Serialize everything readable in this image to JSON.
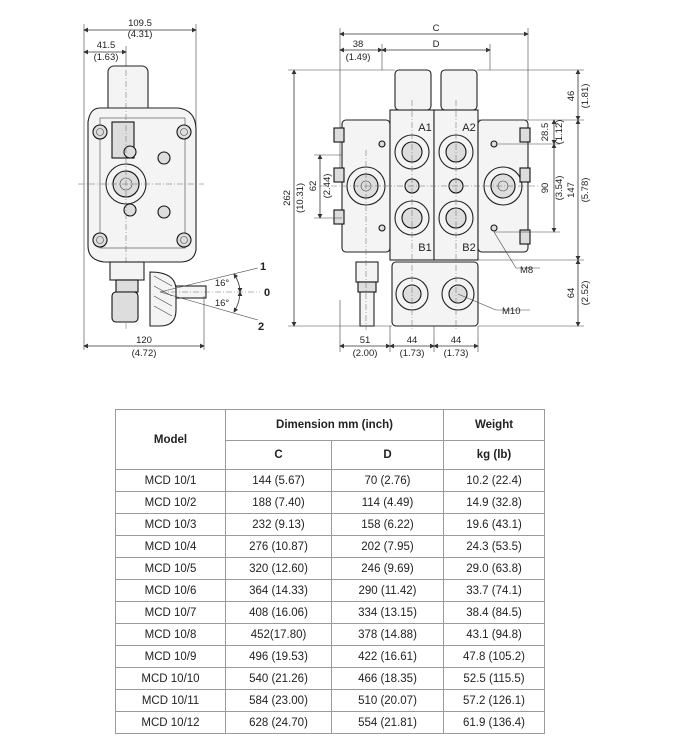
{
  "side_view": {
    "top_dims": [
      "109.5",
      "(4.31)",
      "41.5",
      "(1.63)"
    ],
    "bottom_dims": [
      "120",
      "(4.72)"
    ],
    "angle_labels": [
      "16°",
      "16°"
    ],
    "positions": [
      "1",
      "0",
      "2"
    ]
  },
  "front_view": {
    "port_labels": [
      "A1",
      "A2",
      "B1",
      "B2"
    ],
    "top_dims": [
      "C",
      "38",
      "(1.49)",
      "D"
    ],
    "left_dims": [
      "262",
      "(10.31)",
      "62",
      "(2.44)"
    ],
    "right_dims": [
      "46",
      "(1.81)",
      "28.5",
      "(1.12)",
      "90",
      "(3.54)",
      "147",
      "(5.78)",
      "64",
      "(2.52)"
    ],
    "bottom_dims": [
      "51",
      "(2.00)",
      "44",
      "(1.73)",
      "44",
      "(1.73)"
    ],
    "callouts": [
      "M8",
      "M10"
    ]
  },
  "table": {
    "header_model": "Model",
    "header_dimension": "Dimension mm (inch)",
    "header_weight": "Weight",
    "header_c": "C",
    "header_d": "D",
    "header_weight_unit": "kg (lb)",
    "rows": [
      {
        "model": "MCD 10/1",
        "c": "144 (5.67)",
        "d": "70 (2.76)",
        "w": "10.2 (22.4)"
      },
      {
        "model": "MCD 10/2",
        "c": "188 (7.40)",
        "d": "114 (4.49)",
        "w": "14.9 (32.8)"
      },
      {
        "model": "MCD 10/3",
        "c": "232 (9.13)",
        "d": "158 (6.22)",
        "w": "19.6 (43.1)"
      },
      {
        "model": "MCD 10/4",
        "c": "276 (10.87)",
        "d": "202 (7.95)",
        "w": "24.3 (53.5)"
      },
      {
        "model": "MCD 10/5",
        "c": "320 (12.60)",
        "d": "246 (9.69)",
        "w": "29.0 (63.8)"
      },
      {
        "model": "MCD 10/6",
        "c": "364  (14.33)",
        "d": "290 (11.42)",
        "w": "33.7 (74.1)"
      },
      {
        "model": "MCD 10/7",
        "c": "408 (16.06)",
        "d": "334 (13.15)",
        "w": "38.4 (84.5)"
      },
      {
        "model": "MCD 10/8",
        "c": "452(17.80)",
        "d": "378 (14.88)",
        "w": "43.1 (94.8)"
      },
      {
        "model": "MCD 10/9",
        "c": "496 (19.53)",
        "d": "422 (16.61)",
        "w": "47.8  (105.2)"
      },
      {
        "model": "MCD 10/10",
        "c": "540 (21.26)",
        "d": "466 (18.35)",
        "w": "52.5 (115.5)"
      },
      {
        "model": "MCD 10/11",
        "c": "584 (23.00)",
        "d": "510 (20.07)",
        "w": "57.2 (126.1)"
      },
      {
        "model": "MCD 10/12",
        "c": "628 (24.70)",
        "d": "554 (21.81)",
        "w": "61.9 (136.4)"
      }
    ]
  }
}
